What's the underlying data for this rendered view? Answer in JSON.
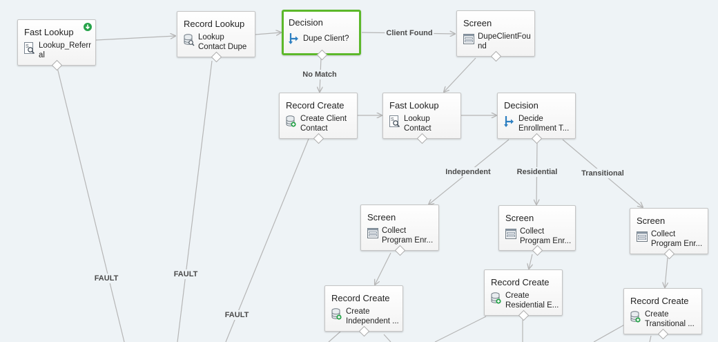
{
  "nodes": {
    "fast_lookup_referral": {
      "type": "Fast Lookup",
      "label": "Lookup_Referral",
      "icon": "fast-lookup-icon",
      "start_badge": "start-flow-icon"
    },
    "record_lookup_contact_dupe": {
      "type": "Record Lookup",
      "label": "Lookup Contact Dupe",
      "icon": "record-lookup-icon"
    },
    "decision_dupe_client": {
      "type": "Decision",
      "label": "Dupe Client?",
      "icon": "decision-icon",
      "selected": true
    },
    "screen_dupe_client_found": {
      "type": "Screen",
      "label": "DupeClientFound",
      "icon": "screen-icon"
    },
    "record_create_client_contact": {
      "type": "Record Create",
      "label": "Create Client Contact",
      "icon": "record-create-icon"
    },
    "fast_lookup_contact": {
      "type": "Fast Lookup",
      "label": "Lookup Contact",
      "icon": "fast-lookup-icon"
    },
    "decision_enrollment_type": {
      "type": "Decision",
      "label": "Decide Enrollment T...",
      "icon": "decision-icon"
    },
    "screen_collect_independent": {
      "type": "Screen",
      "label": "Collect Program Enr...",
      "icon": "screen-icon"
    },
    "screen_collect_residential": {
      "type": "Screen",
      "label": "Collect Program Enr...",
      "icon": "screen-icon"
    },
    "screen_collect_transitional": {
      "type": "Screen",
      "label": "Collect Program Enr...",
      "icon": "screen-icon"
    },
    "record_create_independent": {
      "type": "Record Create",
      "label": "Create Independent ...",
      "icon": "record-create-icon"
    },
    "record_create_residential": {
      "type": "Record Create",
      "label": "Create Residential E...",
      "icon": "record-create-icon"
    },
    "record_create_transitional": {
      "type": "Record Create",
      "label": "Create Transitional ...",
      "icon": "record-create-icon"
    }
  },
  "connector_labels": {
    "client_found": "Client Found",
    "no_match": "No Match",
    "independent": "Independent",
    "residential": "Residential",
    "transitional": "Transitional",
    "fault": "FAULT"
  },
  "colors": {
    "canvas": "#eef3f6",
    "connector": "#b5b5b5",
    "selected_border": "#5cb82a",
    "decision_icon": "#2d7fc1",
    "start_badge": "#27a34a"
  }
}
